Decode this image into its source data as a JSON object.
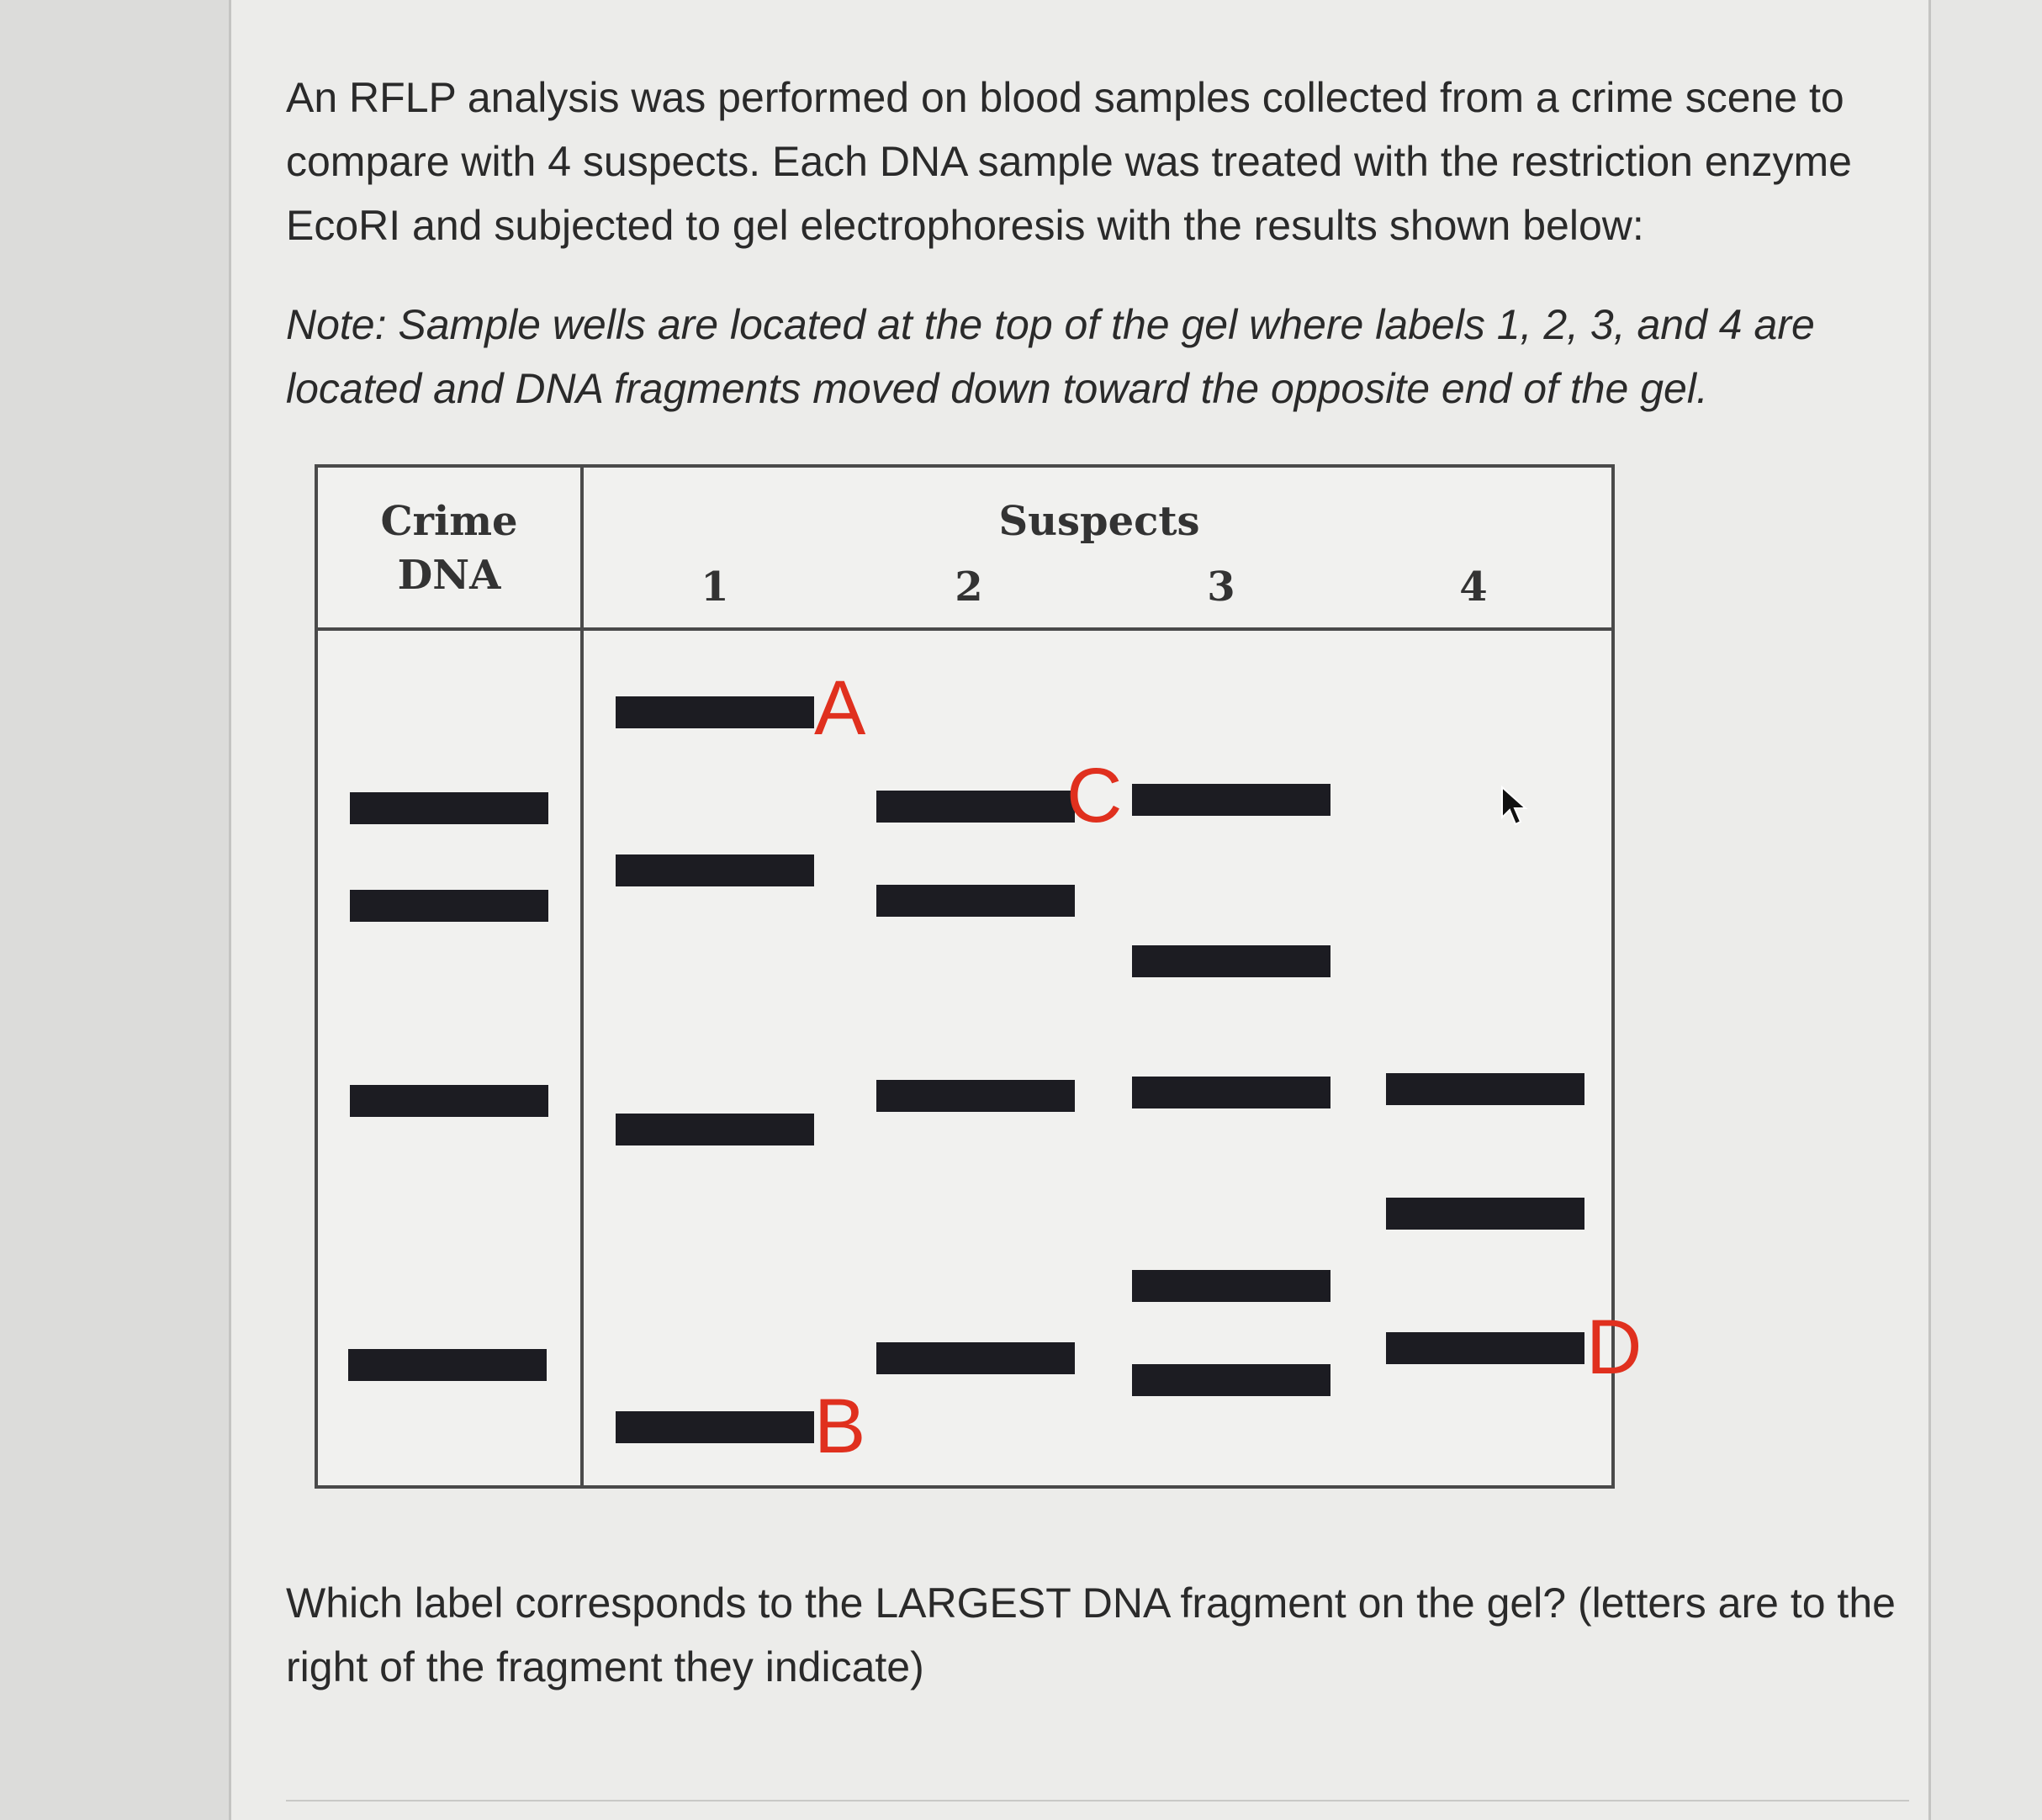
{
  "question": {
    "intro": "An RFLP analysis was performed on blood samples collected from a crime scene to compare with 4 suspects. Each DNA sample was treated with the restriction enzyme EcoRI and subjected to gel electrophoresis with the results shown below:",
    "note": "Note: Sample wells are located at the top of the gel where labels 1, 2, 3, and 4 are located and DNA fragments moved down toward the opposite end of the gel.",
    "prompt": "Which label corresponds to the LARGEST DNA fragment on the gel? (letters are to the right of the fragment they indicate)"
  },
  "gel": {
    "crime_header": "Crime DNA",
    "suspects_header": "Suspects",
    "lanes": [
      "1",
      "2",
      "3",
      "4"
    ],
    "labels": {
      "a": "A",
      "b": "B",
      "c": "C",
      "d": "D"
    }
  },
  "colors": {
    "band": "#1c1c22",
    "label": "#e0301e",
    "border": "#4a4a4a"
  }
}
